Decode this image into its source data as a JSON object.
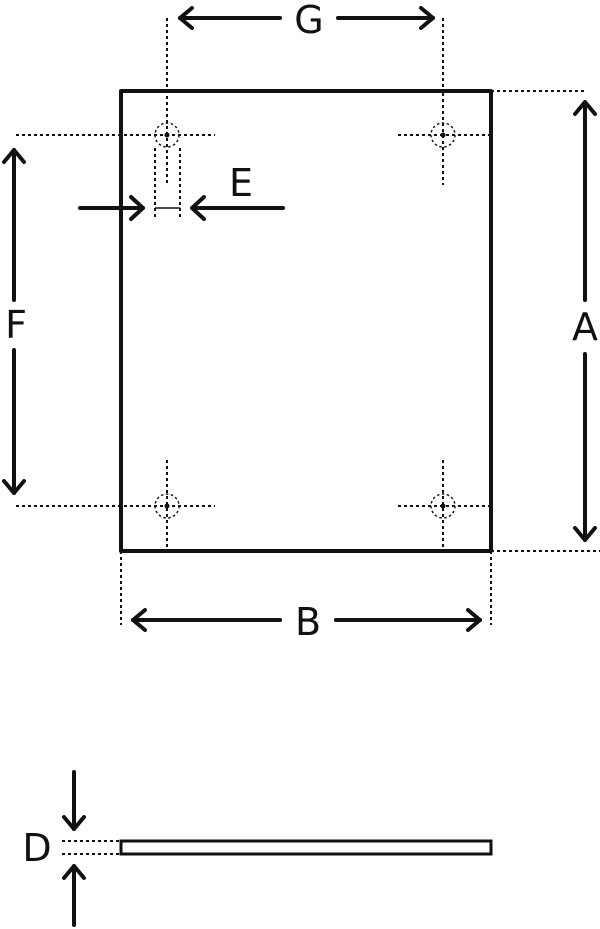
{
  "diagram": {
    "dimension_labels": {
      "a": "A",
      "b": "B",
      "d": "D",
      "e": "E",
      "f": "F",
      "g": "G"
    },
    "line_color": "#111111",
    "background_color": "#ffffff"
  }
}
